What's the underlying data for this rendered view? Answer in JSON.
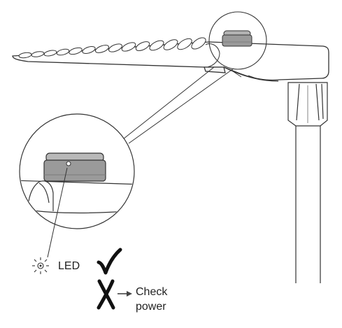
{
  "labels": {
    "led": "LED",
    "check": "Check",
    "power": "power"
  },
  "icons": {
    "status_led": "led-indicator-icon",
    "ok_mark": "checkmark-icon",
    "fail_mark": "cross-mark-icon",
    "arrow": "arrow-right-icon"
  },
  "colors": {
    "line": "#333333",
    "sensor_gray": "#9a9a9a",
    "text": "#222222"
  }
}
